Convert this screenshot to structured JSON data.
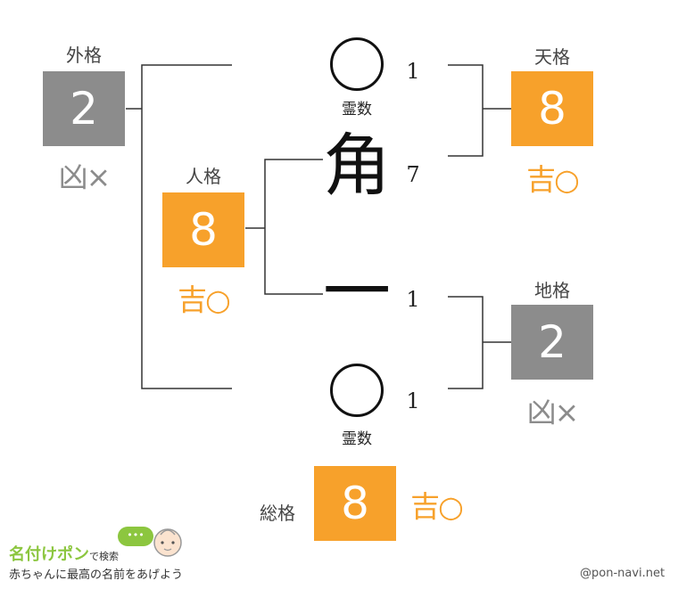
{
  "colors": {
    "kichi": "#f7a12b",
    "kyo": "#8c8c8c",
    "line": "#333333"
  },
  "gaikaku": {
    "label": "外格",
    "value": "2",
    "verdict": "凶×"
  },
  "jinkaku": {
    "label": "人格",
    "value": "8",
    "verdict": "吉○"
  },
  "tenkaku": {
    "label": "天格",
    "value": "8",
    "verdict": "吉○"
  },
  "chikaku": {
    "label": "地格",
    "value": "2",
    "verdict": "凶×"
  },
  "soukaku": {
    "label": "総格",
    "value": "8",
    "verdict": "吉○"
  },
  "name_column": {
    "top_reisu": {
      "label": "霊数",
      "strokes": "1"
    },
    "char1": {
      "char": "角",
      "strokes": "7"
    },
    "char2": {
      "char": "一",
      "strokes": "1"
    },
    "bottom_reisu": {
      "label": "霊数",
      "strokes": "1"
    }
  },
  "branding": {
    "name": "名付けポン",
    "suffix": "で検索",
    "bubble": "•••",
    "tagline": "赤ちゃんに最高の名前をあげよう",
    "site": "@pon-navi.net"
  }
}
